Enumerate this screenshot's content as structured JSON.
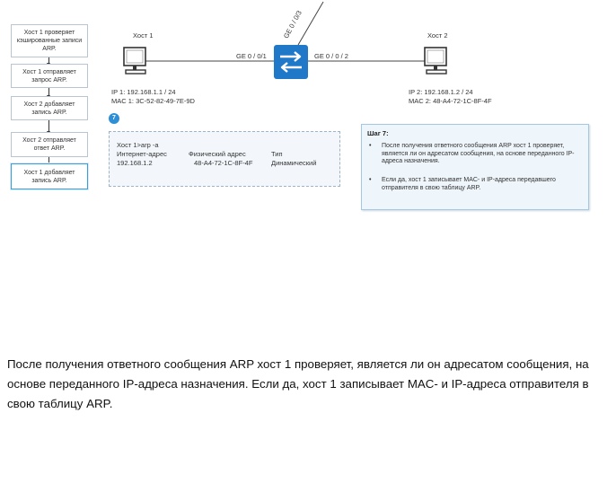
{
  "flow": {
    "steps": [
      "Хост 1 проверяет кэшированные записи ARP.",
      "Хост 1 отправляет запрос ARP.",
      "Хост 2 добавляет запись ARP.",
      "Хост 2 отправляет ответ ARP.",
      "Хост 1 добавляет запись ARP."
    ]
  },
  "topology": {
    "host1": {
      "name": "Хост 1",
      "ip": "IP 1: 192.168.1.1 / 24",
      "mac": "MAC 1: 3C-52-82-49-7E-9D"
    },
    "host2": {
      "name": "Хост 2",
      "ip": "IP 2: 192.168.1.2 / 24",
      "mac": "MAC 2: 48-A4-72-1C-8F-4F"
    },
    "port_left": "GE 0 / 0/1",
    "port_right": "GE 0 / 0 / 2",
    "port_top": "GE 0 / 0/3"
  },
  "arp_table": {
    "badge": "7",
    "command": "Хост 1>arp -a",
    "headers": [
      "Интернет-адрес",
      "Физический адрес",
      "Тип"
    ],
    "row": [
      "192.168.1.2",
      "48-A4-72-1C-8F-4F",
      "Динамический"
    ]
  },
  "step": {
    "title": "Шаг 7:",
    "bullets": [
      "После получения ответного сообщения ARP хост 1 проверяет, является ли он адресатом сообщения, на основе переданного IP-адреса назначения.",
      "Если да, хост 1 записывает MAC- и IP-адреса передавшего отправителя в свою таблицу ARP."
    ]
  },
  "paragraph": "После получения ответного сообщения ARP хост 1 проверяет, является ли он адресатом сообщения, на основе переданного IP-адреса назначения. Если да, хост 1 записывает MAC- и IP-адреса отправителя в свою таблицу ARP.",
  "colors": {
    "accent": "#2e8fd6",
    "switch": "#1f78c8"
  }
}
